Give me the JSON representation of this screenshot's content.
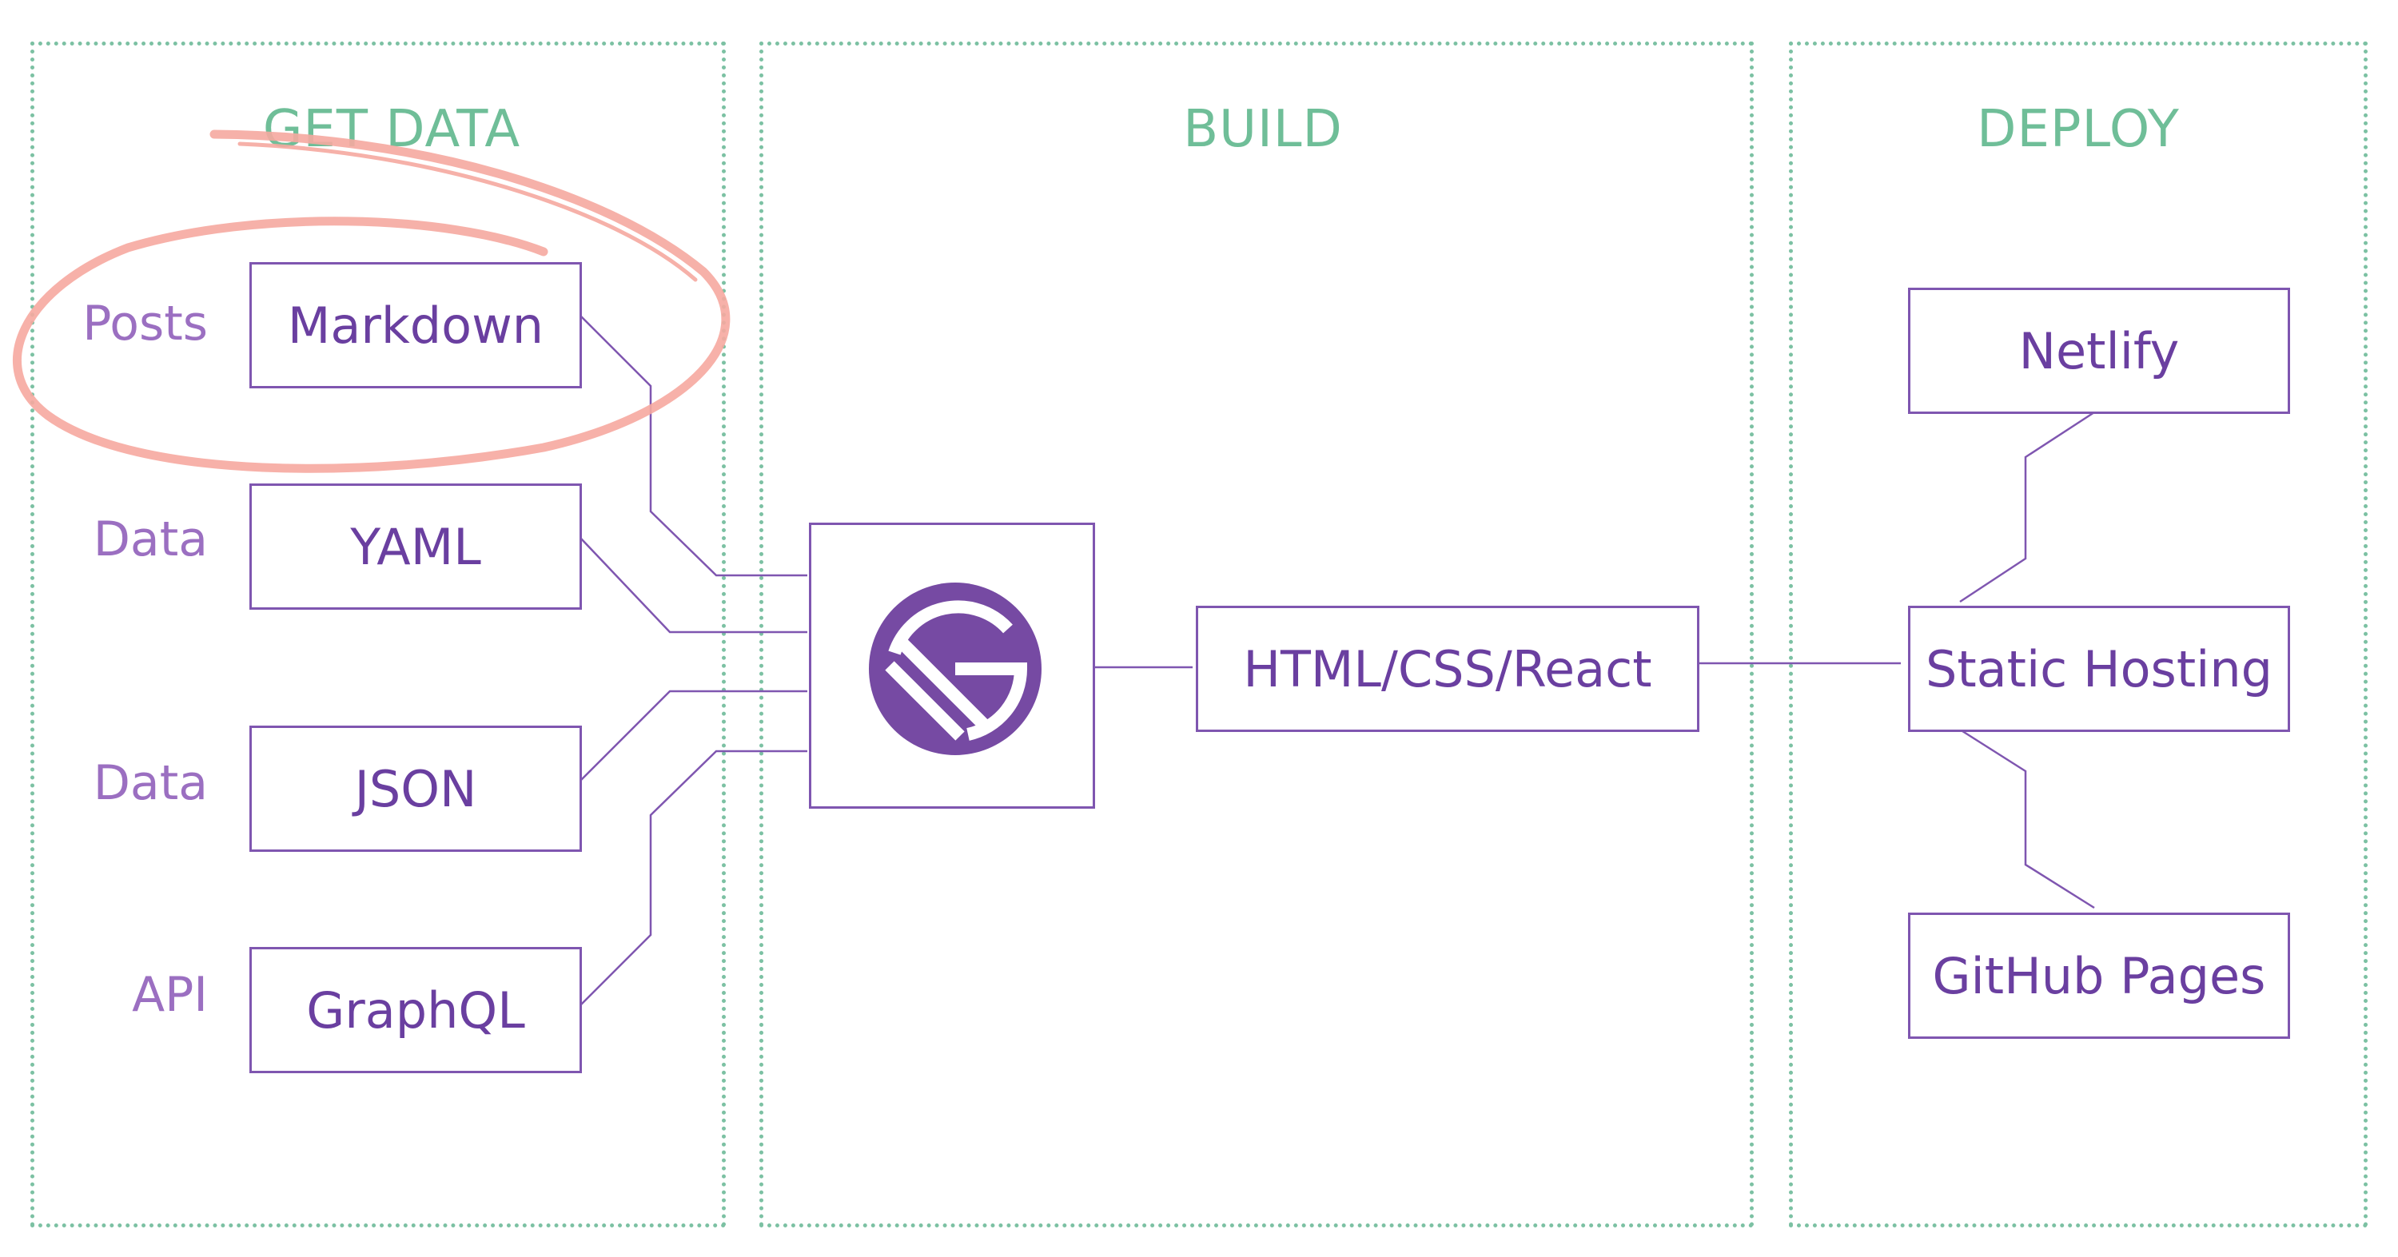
{
  "sections": {
    "get_data": {
      "title": "GET DATA"
    },
    "build": {
      "title": "BUILD"
    },
    "deploy": {
      "title": "DEPLOY"
    }
  },
  "sources": [
    {
      "label": "Posts",
      "node": "Markdown"
    },
    {
      "label": "Data",
      "node": "YAML"
    },
    {
      "label": "Data",
      "node": "JSON"
    },
    {
      "label": "API",
      "node": "GraphQL"
    }
  ],
  "build": {
    "logo": "gatsby-logo-icon",
    "output": "HTML/CSS/React"
  },
  "deploy": {
    "hosting": "Static Hosting",
    "targets": [
      "Netlify",
      "GitHub Pages"
    ]
  },
  "colors": {
    "section_border": "#7cc1a3",
    "section_title": "#6fbe98",
    "node_text": "#6a3fa0",
    "label_text": "#9b6fc1",
    "logo": "#764aa3",
    "highlight": "#f6a9a0"
  }
}
